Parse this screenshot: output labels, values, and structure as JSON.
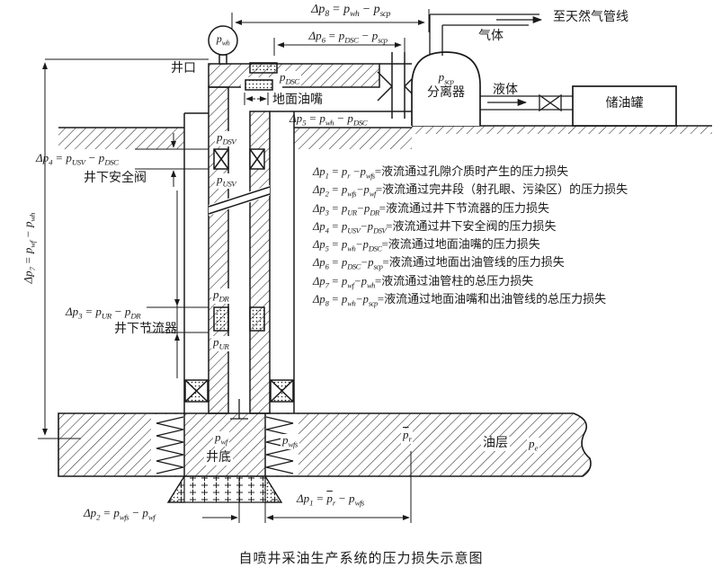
{
  "caption": "自喷井采油生产系统的压力损失示意图",
  "top": {
    "dim8": "Δp_{8} = p_{wh} − p_{scp}",
    "dim6": "Δp_{6} = p_{DSC} − p_{scp}",
    "gas_label": "气体",
    "to_gas_pipeline": "至天然气管线",
    "liquid_label": "液体",
    "separator_pressure": "p_{scp}",
    "separator_label": "分离器",
    "storage_tank_label": "储油罐"
  },
  "wellhead": {
    "gauge_pressure": "p_{wh}",
    "wellhead_label": "井口",
    "dsc_pressure": "p_{DSC}",
    "surface_choke_label": "地面油嘴",
    "dim5": "Δp_{5} = p_{wh} − p_{DSC}"
  },
  "well": {
    "dim7": "Δp_{7} = p_{wf} − p_{wh}",
    "dsv_pressure": "p_{DSV}",
    "usv_pressure": "p_{USV}",
    "dim4": "Δp_{4} = p_{USV} − p_{DSC}",
    "safety_valve_label": "井下安全阀",
    "dr_pressure": "p_{DR}",
    "ur_pressure": "p_{UR}",
    "dim3": "Δp_{3} = p_{UR} − p_{DR}",
    "choke_label": "井下节流器"
  },
  "bottom": {
    "wf_pressure": "p_{wf}",
    "bottomhole_label": "井底",
    "wfs_pressure": "p_{wfs}",
    "avg_reservoir_pressure": "~{p}_{r}",
    "oil_layer_label": "油层",
    "boundary_pressure": "p_{e}",
    "dim1": "Δp_{1} = ~{p}_{r} − p_{wfs}",
    "dim2": "Δp_{2} = p_{wfs} − p_{wf}"
  },
  "equations": [
    {
      "formula": "Δp_{1} = p_{r} −p_{wfs}",
      "desc": "=液流通过孔隙介质时产生的压力损失"
    },
    {
      "formula": "Δp_{2} = p_{wfs}−p_{wf}",
      "desc": "=液流通过完井段（射孔眼、污染区）的压力损失"
    },
    {
      "formula": "Δp_{3} = p_{UR}−p_{DR}",
      "desc": "=液流通过井下节流器的压力损失"
    },
    {
      "formula": "Δp_{4} = p_{USV}−p_{DSV}",
      "desc": "=液流通过井下安全阀的压力损失"
    },
    {
      "formula": "Δp_{5} = p_{wh}−p_{DSC}",
      "desc": "=液流通过地面油嘴的压力损失"
    },
    {
      "formula": "Δp_{6} = p_{DSC}−p_{scp}",
      "desc": "=液流通过地面出油管线的压力损失"
    },
    {
      "formula": "Δp_{7} = p_{wf}−p_{wh}",
      "desc": "=液流通过油管柱的总压力损失"
    },
    {
      "formula": "Δp_{8} = p_{wh}−p_{scp}",
      "desc": "=液流通过地面油嘴和出油管线的总压力损失"
    }
  ]
}
